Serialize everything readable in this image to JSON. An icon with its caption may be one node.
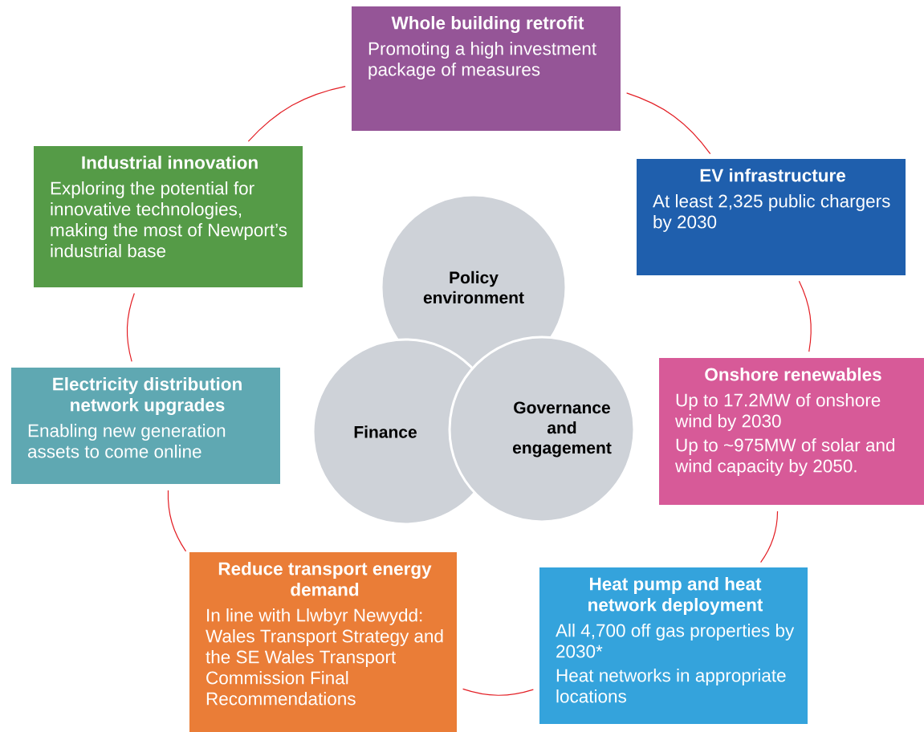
{
  "diagram": {
    "nodes": [
      {
        "text": [
          "Whole building retrofit",
          "Promoting a high investment package of measures"
        ]
      },
      {
        "text": [
          "Industrial innovation",
          "Exploring the potential for innovative technologies, making the most of Newport’s industrial base"
        ]
      },
      {
        "text": [
          "EV infrastructure",
          "At least 2,325 public chargers by 2030"
        ]
      },
      {
        "text": [
          "Policy environment"
        ]
      },
      {
        "text": [
          "Finance"
        ]
      },
      {
        "text": [
          "Governance and engagement"
        ]
      },
      {
        "text": [
          "Electricity distribution network upgrades",
          "Enabling new generation assets to come online"
        ]
      },
      {
        "text": [
          "Onshore renewables",
          "Up to 17.2MW of onshore wind by 2030",
          "Up to ~975MW of solar and wind capacity by 2050."
        ]
      },
      {
        "text": [
          "Reduce transport energy demand",
          "In line with Llwbyr Newydd: Wales Transport Strategy and the SE Wales Transport Commission Final Recommendations"
        ]
      },
      {
        "text": [
          "Heat pump and heat network deployment",
          "All 4,700 off gas properties by 2030*",
          "Heat networks in appropriate locations"
        ]
      }
    ],
    "edges": [
      {
        "from": 0,
        "to": 2,
        "arrow": "none"
      },
      {
        "from": 2,
        "to": 7,
        "arrow": "none"
      },
      {
        "from": 7,
        "to": 9,
        "arrow": "none"
      },
      {
        "from": 9,
        "to": 8,
        "arrow": "none"
      },
      {
        "from": 8,
        "to": 6,
        "arrow": "none"
      },
      {
        "from": 6,
        "to": 1,
        "arrow": "none"
      },
      {
        "from": 1,
        "to": 0,
        "arrow": "none"
      }
    ]
  }
}
